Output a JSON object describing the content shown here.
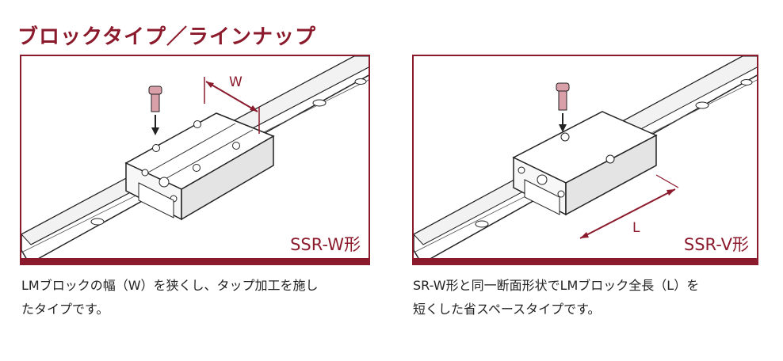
{
  "heading": "ブロックタイプ／ラインナップ",
  "colors": {
    "accent": "#8b1a2c",
    "body_text": "#222222",
    "bolt": "#d9a0aa"
  },
  "cards": [
    {
      "model_label": "SSR-W形",
      "dimension_label": "W",
      "description": "LMブロックの幅（W）を狭くし、タップ加工を施し\nたタイプです。"
    },
    {
      "model_label": "SSR-V形",
      "dimension_label": "L",
      "description": "SR-W形と同一断面形状でLMブロック全長（L）を\n短くした省スペースタイプです。"
    }
  ]
}
